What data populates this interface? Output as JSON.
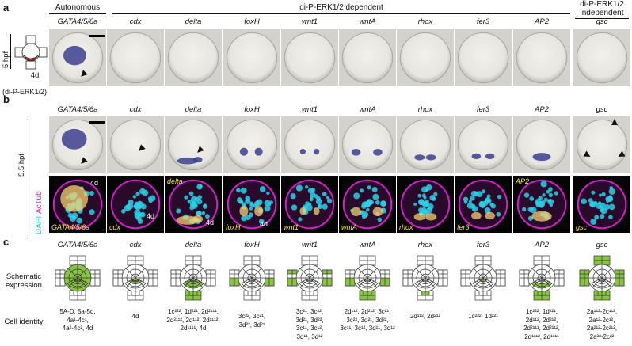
{
  "panels": {
    "a": "a",
    "b": "b",
    "c": "c"
  },
  "groups": {
    "autonomous": "Autonomous",
    "dependent": "di-P-ERK1/2 dependent",
    "independent_1": "di-P-ERK1/2",
    "independent_2": "independent"
  },
  "genes": [
    "GATA4/5/6a",
    "cdx",
    "delta",
    "foxH",
    "wnt1",
    "wntA",
    "rhox",
    "fer3",
    "AP2",
    "gsc"
  ],
  "row_a": {
    "stage": "5 hpf",
    "cell": "4d",
    "marker": "(di-P-ERK1/2)"
  },
  "row_b": {
    "stage": "5.5 hpf",
    "stain_dapi": "DAPI",
    "stain_actub": "AcTub",
    "cell_4d": "4d"
  },
  "row_c": {
    "schematic_label_1": "Schematic",
    "schematic_label_2": "expression",
    "identity_label": "Cell identity",
    "identities": [
      [
        "5A-D, 5a-5d,",
        "4a¹-4c¹,",
        "4a²-4c², 4d"
      ],
      [
        "4d"
      ],
      [
        "1c²²², 1d²²¹, 2d²¹¹¹,",
        "2d²¹¹², 2d¹¹², 2d¹¹¹²,",
        "2d¹¹¹¹, 4d"
      ],
      [
        "3c²², 3c²¹,",
        "3d²², 3d²¹"
      ],
      [
        "3c²¹, 3c²²,",
        "3d²¹, 3d²²,",
        "3c¹¹, 3c¹²,",
        "3d¹¹, 3d¹²"
      ],
      [
        "2d¹¹², 2d²¹², 3c²¹,",
        "3c²², 3d²¹, 3d²²,",
        "3c¹¹, 3c¹², 3d¹¹, 3d¹²"
      ],
      [
        "2d¹¹², 2d²¹²"
      ],
      [
        "1c²²², 1d²²¹"
      ],
      [
        "1c²²², 1d²²¹,",
        "2d¹¹², 2d²¹²,",
        "2d²¹¹¹, 2d²¹¹²,",
        "2d¹¹¹², 2d¹¹¹¹"
      ],
      [
        "2a¹¹²-2c¹¹²,",
        "2a¹²-2c¹²,",
        "2a²¹²-2c²¹²,",
        "2a²²-2c²²"
      ]
    ]
  },
  "colors": {
    "expression": "#88c443",
    "nbt": "#3b3f8f",
    "dapi": "#2ad0e6",
    "actub": "#d020c8",
    "label": "#ffe14a"
  }
}
